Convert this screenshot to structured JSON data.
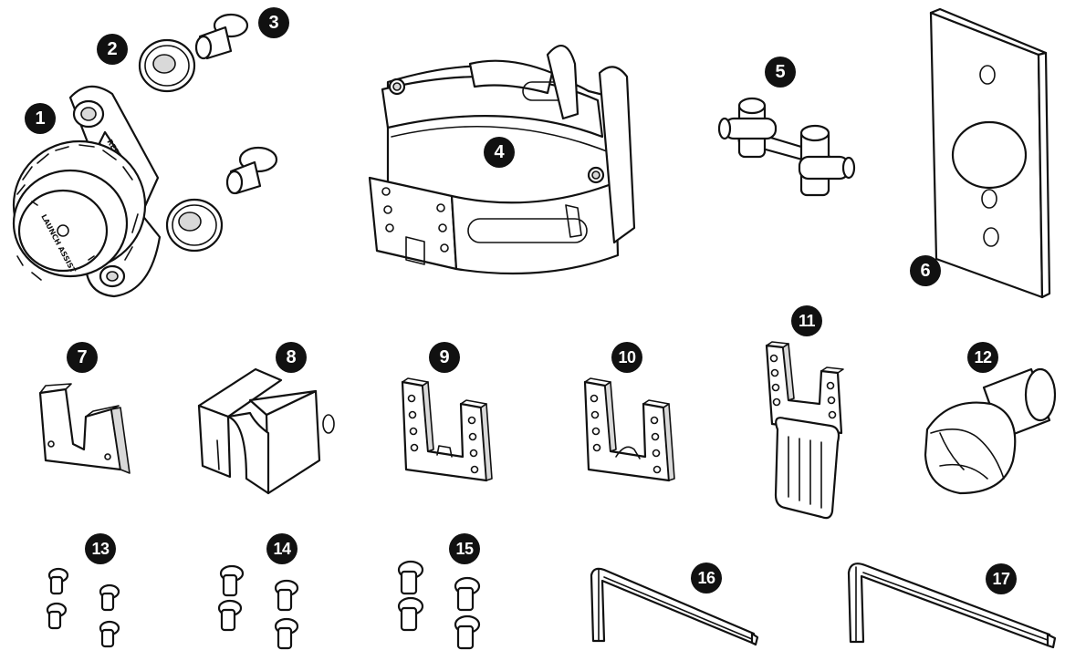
{
  "parts": [
    {
      "id": "part-1",
      "callout": "1",
      "knob_text_1": "LAUNCH ASSIST",
      "knob_text_2": "REDROCK"
    },
    {
      "id": "part-2",
      "callout": "2"
    },
    {
      "id": "part-3",
      "callout": "3"
    },
    {
      "id": "part-4",
      "callout": "4"
    },
    {
      "id": "part-5",
      "callout": "5"
    },
    {
      "id": "part-6",
      "callout": "6"
    },
    {
      "id": "part-7",
      "callout": "7"
    },
    {
      "id": "part-8",
      "callout": "8"
    },
    {
      "id": "part-9",
      "callout": "9"
    },
    {
      "id": "part-10",
      "callout": "10"
    },
    {
      "id": "part-11",
      "callout": "11"
    },
    {
      "id": "part-12",
      "callout": "12"
    },
    {
      "id": "part-13",
      "callout": "13"
    },
    {
      "id": "part-14",
      "callout": "14"
    },
    {
      "id": "part-15",
      "callout": "15"
    },
    {
      "id": "part-16",
      "callout": "16"
    },
    {
      "id": "part-17",
      "callout": "17"
    }
  ],
  "colors": {
    "line": "#111111",
    "badge_fill": "#111111",
    "badge_text": "#ffffff",
    "background": "#ffffff"
  }
}
